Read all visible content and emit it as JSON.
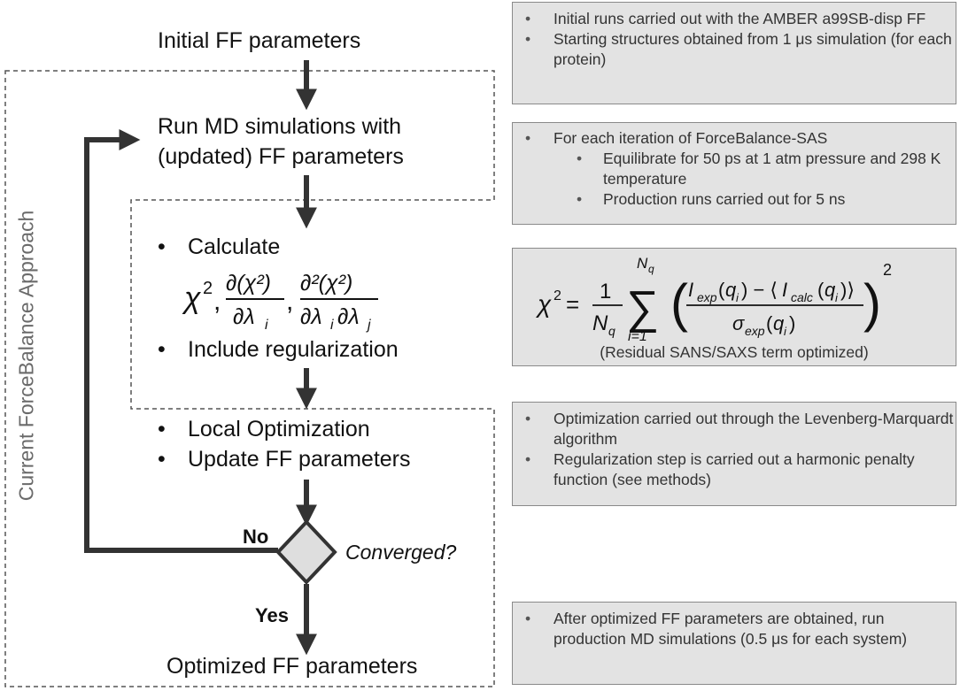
{
  "flow": {
    "initial": "Initial FF parameters",
    "run_md_line1": "Run MD simulations with",
    "run_md_line2": "(updated) FF parameters",
    "calc_bullet": "Calculate",
    "calc_math": "χ², ∂(χ²)/∂λᵢ, ∂²(χ²)/∂λᵢ∂λⱼ",
    "regularization": "Include regularization",
    "local_opt": "Local Optimization",
    "update_ff": "Update FF parameters",
    "decision": "Converged?",
    "no_label": "No",
    "yes_label": "Yes",
    "optimized": "Optimized FF parameters",
    "side_label": "Current ForceBalance Approach"
  },
  "notes": {
    "box1": [
      "Initial runs carried out with the AMBER a99SB-disp FF",
      "Starting structures obtained from 1 μs simulation (for each protein)"
    ],
    "box2": {
      "main": "For each iteration of ForceBalance-SAS",
      "sub": [
        "Equilibrate for 50 ps at 1 atm pressure and 298 K temperature",
        "Production runs carried out for 5 ns"
      ]
    },
    "box3": {
      "equation": "χ² = (1/N_q) Σ_{i=1}^{N_q} ( (I_exp(q_i) − ⟨I_calc(q_i)⟩) / σ_exp(q_i) )²",
      "caption": "(Residual SANS/SAXS term optimized)"
    },
    "box4": [
      "Optimization carried out through the Levenberg-Marquardt algorithm",
      "Regularization step is carried out a harmonic penalty function (see methods)"
    ],
    "box5": [
      "After optimized FF parameters are obtained, run production MD simulations (0.5 μs for each system)"
    ]
  },
  "colors": {
    "box_fill": "#e3e3e3",
    "box_border": "#8a8a8a",
    "arrow": "#333333",
    "dashed": "#555555",
    "diamond_fill": "#dedede",
    "side_label": "#6a6a6a"
  }
}
